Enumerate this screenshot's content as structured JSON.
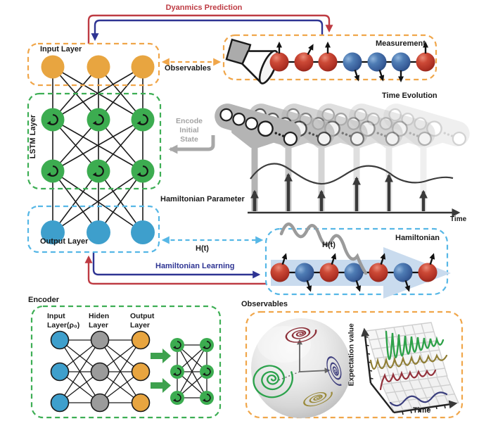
{
  "colors": {
    "red": "#BE3B43",
    "blue": "#2E3493",
    "ink": "#1A1A1A",
    "gray": "#A3A3A3",
    "orange": "#F0A64A",
    "green": "#3DAE54",
    "sky": "#56B7E6",
    "node_orange": "#E8A540",
    "node_green": "#3CAC50",
    "node_blue": "#3E9FCC",
    "node_gray": "#9B9B9B"
  },
  "labels": {
    "dynamics_prediction": "Dyanmics Prediction",
    "input_layer": "Input Layer",
    "lstm_layer": "LSTM Layer",
    "output_layer": "Output Layer",
    "observables_link": "Observables",
    "measurement": "Measurement",
    "time_evolution": "Time Evolution",
    "encode_lines": [
      "Encode",
      "Initial",
      "State"
    ],
    "hamiltonian_parameter": "Hamiltonian Parameter",
    "time_axis": "Time",
    "h_t_link": "H(t)",
    "hamiltonian": "Hamiltonian",
    "h_t_curve": "H(t)",
    "hamiltonian_learning": "Hamiltonian Learning",
    "encoder": {
      "title": "Encoder",
      "col1_line1": "Input",
      "col1_line2": "Layer(ρ₀)",
      "col2_line1": "Hiden",
      "col2_line2": "Layer",
      "col3_line1": "Output",
      "col3_line2": "Layer"
    },
    "observables_panel": {
      "title": "Observables",
      "y_axis": "Expectation value",
      "x_axis": "Time"
    }
  }
}
